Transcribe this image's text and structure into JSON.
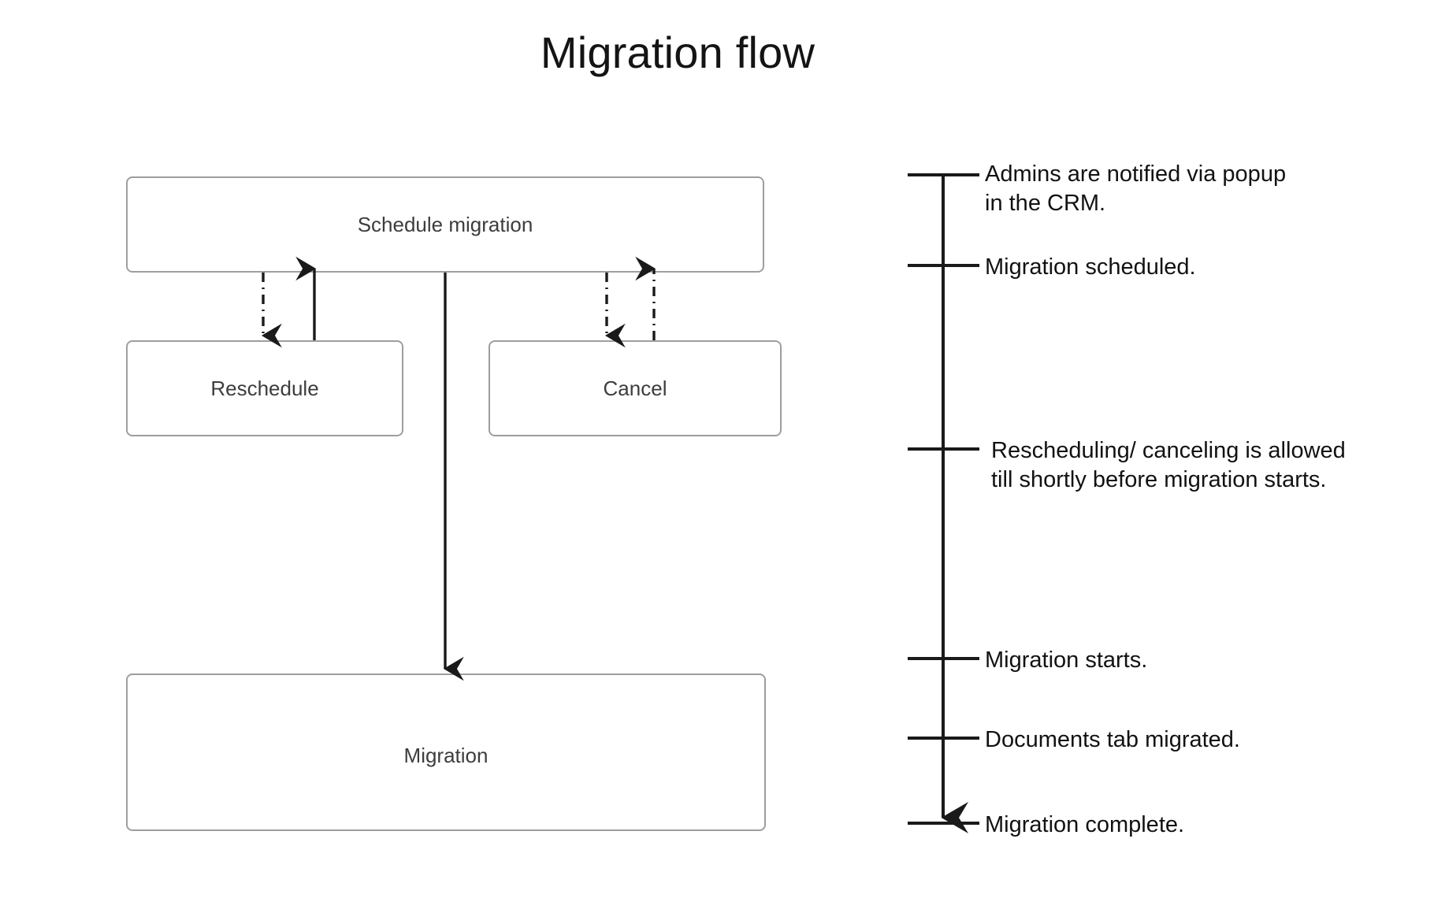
{
  "page": {
    "title": "Migration flow",
    "background_color": "#ffffff",
    "node_border_color": "#9e9e9e",
    "node_text_color": "#3d3d3d",
    "connector_color": "#1a1a1a",
    "timeline_color": "#1a1a1a",
    "title_color": "#141414"
  },
  "flow": {
    "nodes": [
      {
        "id": "schedule-migration",
        "label": "Schedule migration"
      },
      {
        "id": "reschedule",
        "label": "Reschedule"
      },
      {
        "id": "cancel",
        "label": "Cancel"
      },
      {
        "id": "migration",
        "label": "Migration"
      }
    ],
    "connectors": [
      {
        "from": "schedule-migration",
        "to": "reschedule",
        "style": "dash-dot",
        "direction": "down"
      },
      {
        "from": "reschedule",
        "to": "schedule-migration",
        "style": "solid",
        "direction": "up"
      },
      {
        "from": "schedule-migration",
        "to": "cancel",
        "style": "dash-dot",
        "direction": "down"
      },
      {
        "from": "cancel",
        "to": "schedule-migration",
        "style": "dash-dot",
        "direction": "up"
      },
      {
        "from": "schedule-migration",
        "to": "migration",
        "style": "solid",
        "direction": "down"
      }
    ]
  },
  "timeline": {
    "events": [
      {
        "index": 0,
        "text": "Admins are notified via popup in the CRM."
      },
      {
        "index": 1,
        "text": "Migration scheduled."
      },
      {
        "index": 2,
        "text": "Rescheduling/ canceling is allowed till shortly before migration starts."
      },
      {
        "index": 3,
        "text": "Migration starts."
      },
      {
        "index": 4,
        "text": "Documents tab migrated."
      },
      {
        "index": 5,
        "text": "Migration complete."
      }
    ]
  }
}
